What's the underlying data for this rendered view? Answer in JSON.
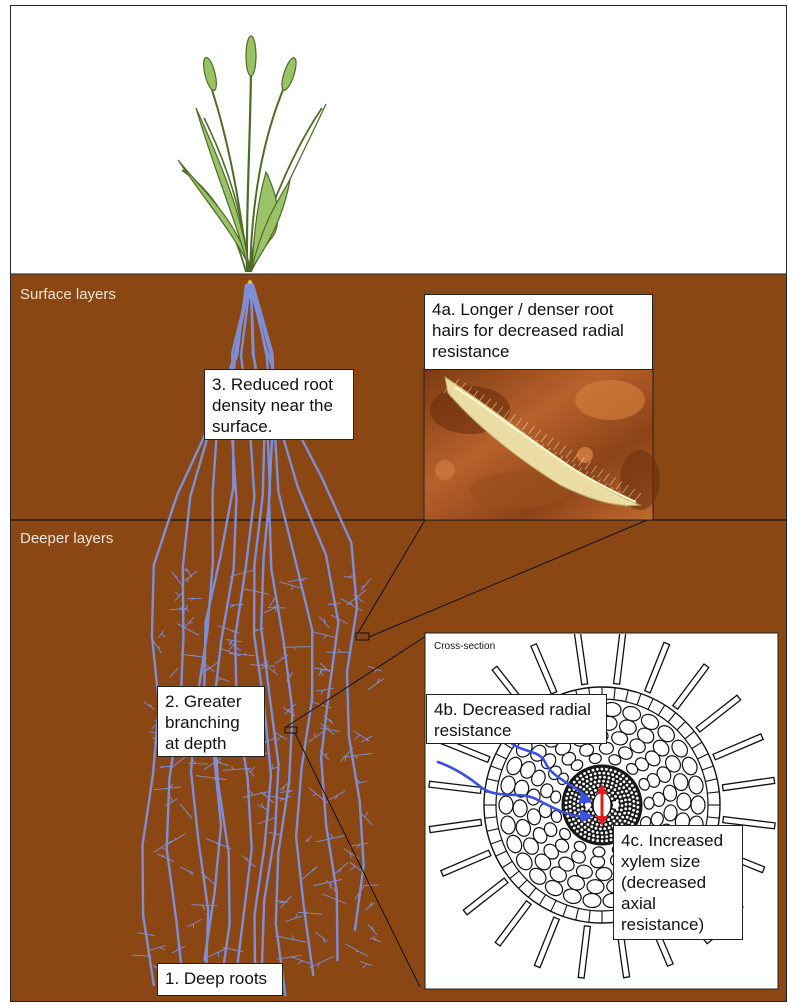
{
  "layers": {
    "surface": "Surface layers",
    "deeper": "Deeper layers"
  },
  "callouts": {
    "deep_roots": "1. Deep roots",
    "branching": "2. Greater branching at depth",
    "reduced_density": "3. Reduced root density near the surface.",
    "root_hairs": "4a. Longer / denser root hairs for decreased radial resistance",
    "radial": "4b. Decreased radial resistance",
    "xylem": "4c. Increased xylem size (decreased axial resistance)"
  },
  "cross_section_title": "Cross-section",
  "colors": {
    "soil": "#8a4714",
    "root": "#7f8fd6",
    "leaf": "#9ac266",
    "leaf_edge": "#4f6b28",
    "water_arrow": "#3b50e0",
    "xylem_arrow": "#e01d1d"
  },
  "icons": {
    "water-flow": "blue-arrow",
    "xylem-flow": "red-double-arrow"
  }
}
